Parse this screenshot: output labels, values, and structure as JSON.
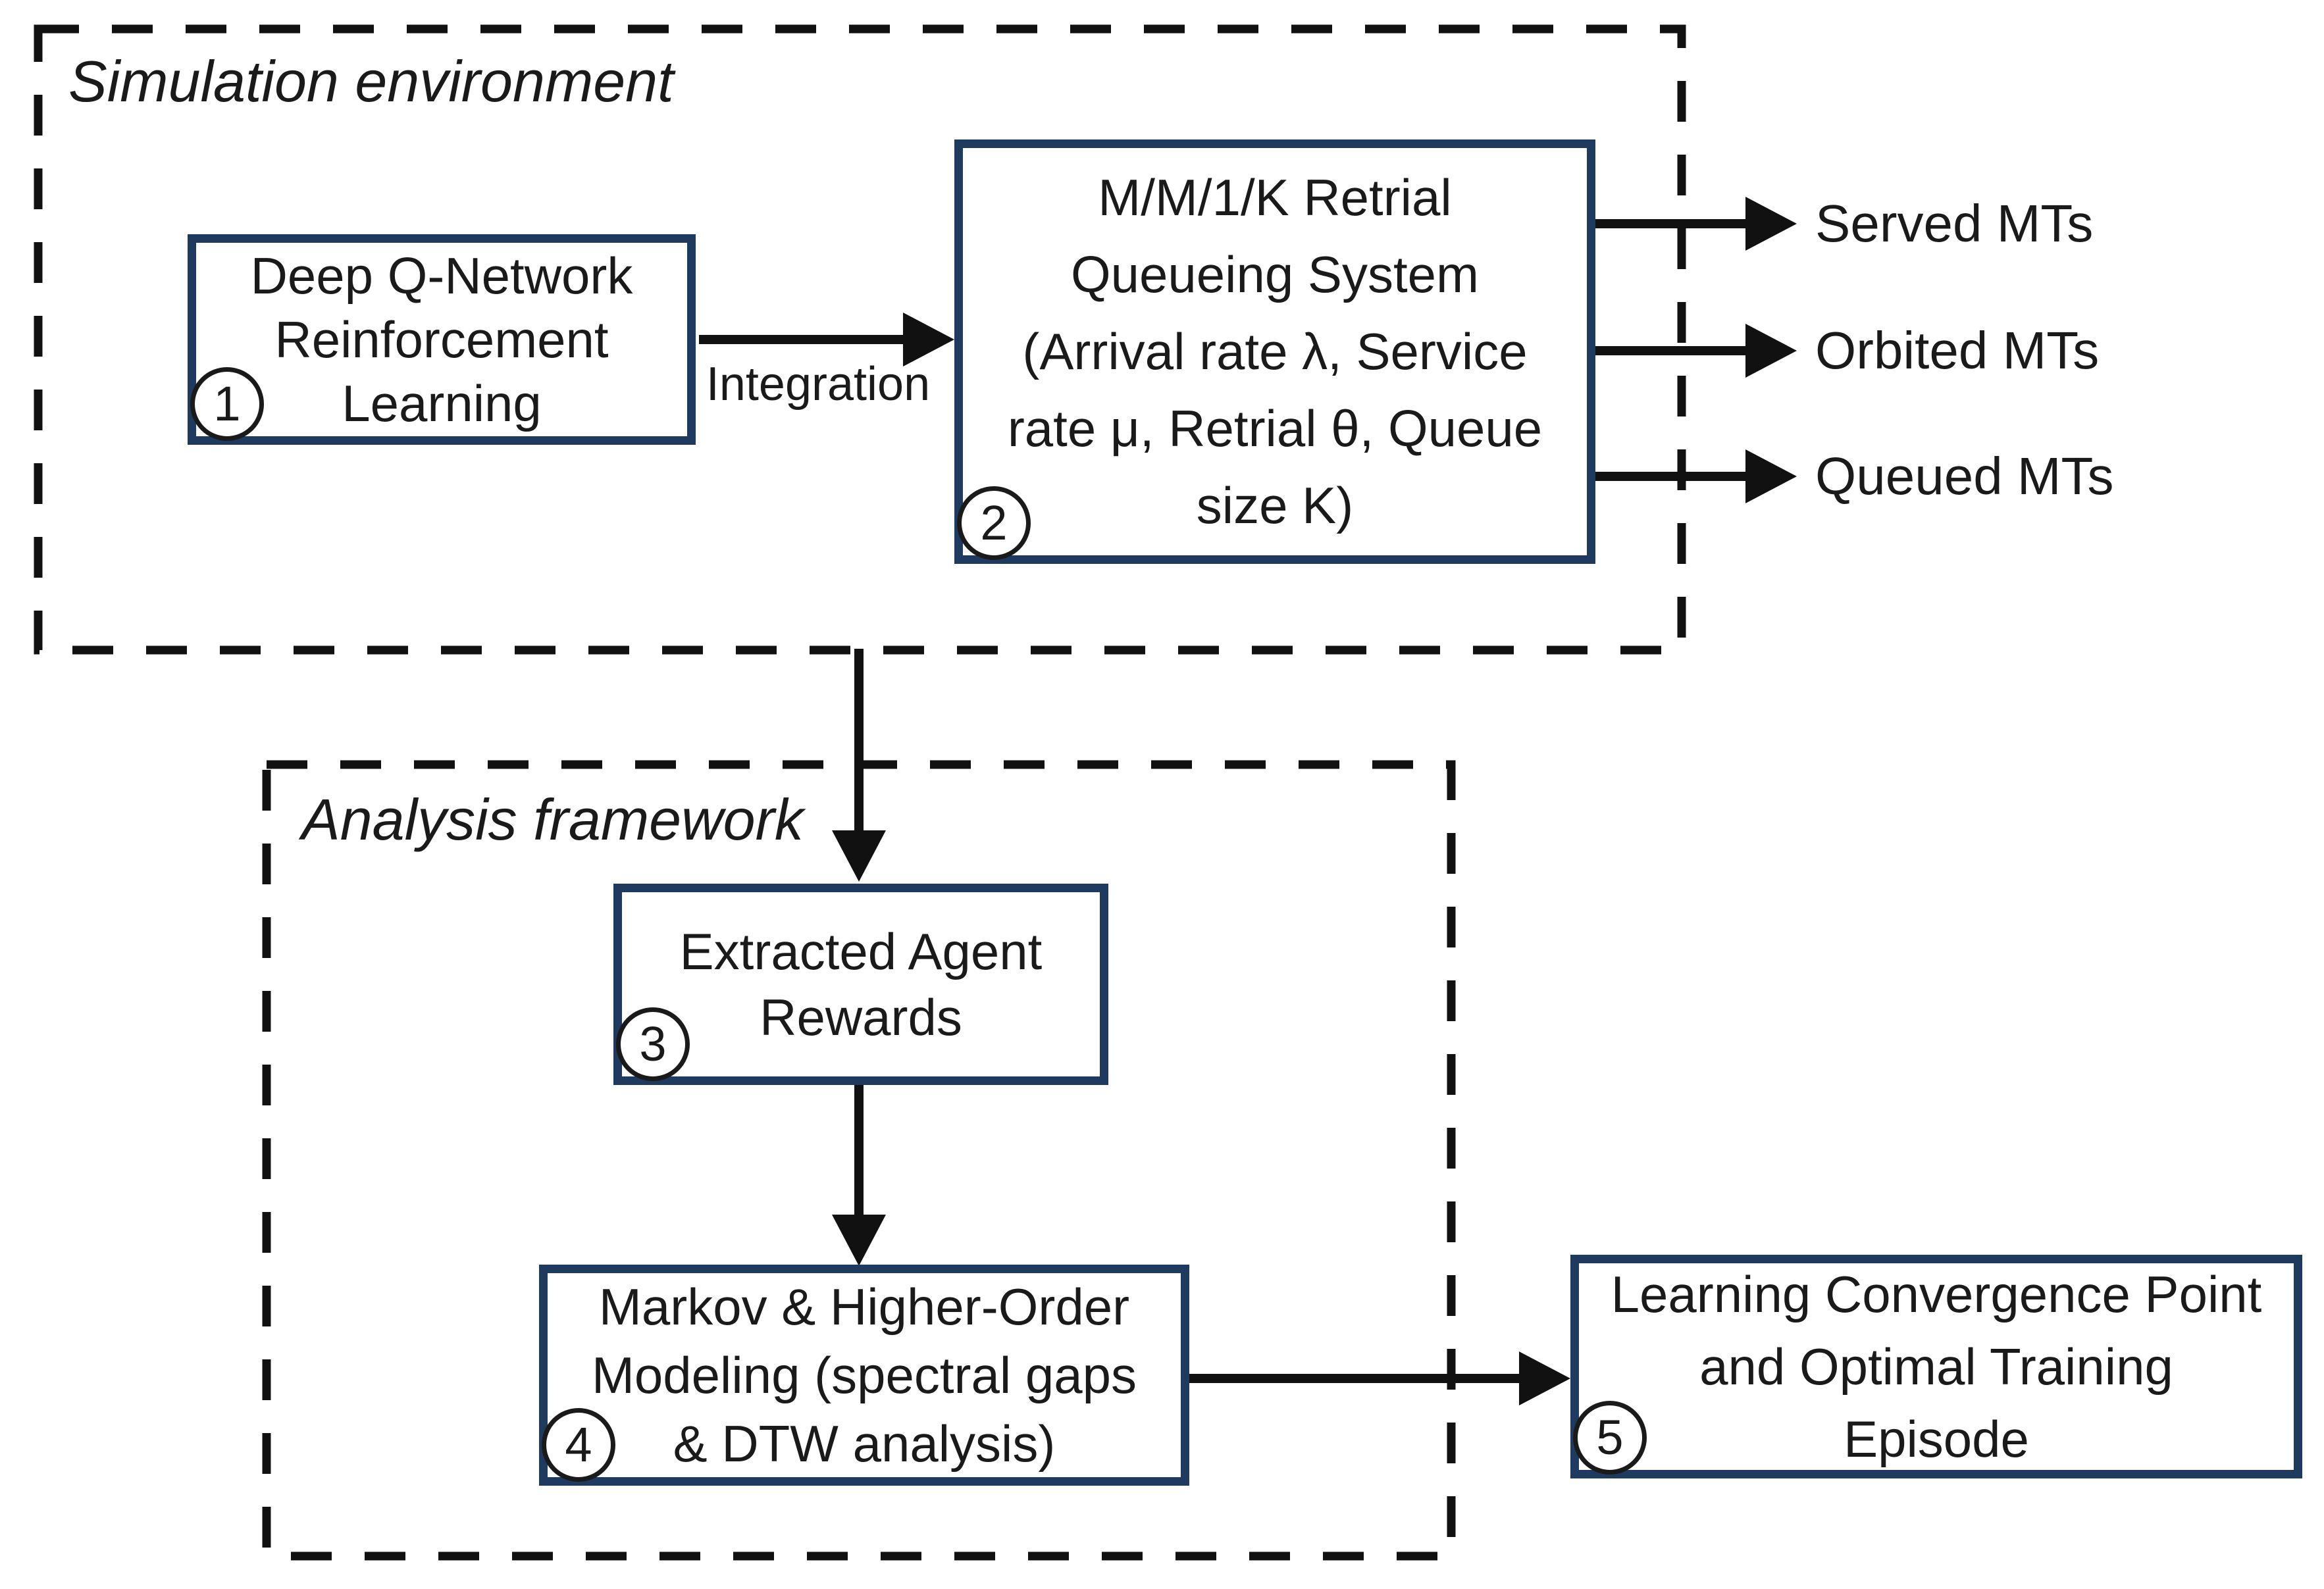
{
  "figure": {
    "background": "#ffffff",
    "box_border_color": "#1f3a5f",
    "line_color": "#111111",
    "text_color": "#1a1a1a"
  },
  "groups": {
    "simulation": {
      "label": "Simulation environment"
    },
    "analysis": {
      "label": "Analysis framework"
    }
  },
  "nodes": {
    "dqn": {
      "number": "1",
      "lines": [
        "Deep Q-Network",
        "Reinforcement",
        "Learning"
      ]
    },
    "queue": {
      "number": "2",
      "lines": [
        "M/M/1/K Retrial",
        "Queueing System",
        "(Arrival rate λ, Service",
        "rate μ, Retrial θ, Queue",
        "size K)"
      ]
    },
    "rewards": {
      "number": "3",
      "lines": [
        "Extracted Agent",
        "Rewards"
      ]
    },
    "markov": {
      "number": "4",
      "lines": [
        "Markov & Higher-Order",
        "Modeling (spectral gaps",
        "& DTW analysis)"
      ]
    },
    "outcome": {
      "number": "5",
      "lines": [
        "Learning Convergence Point",
        "and Optimal Training",
        "Episode"
      ]
    }
  },
  "edges": {
    "integration_label": "Integration"
  },
  "outputs": [
    {
      "label": "Served MTs"
    },
    {
      "label": "Orbited MTs"
    },
    {
      "label": "Queued MTs"
    }
  ]
}
